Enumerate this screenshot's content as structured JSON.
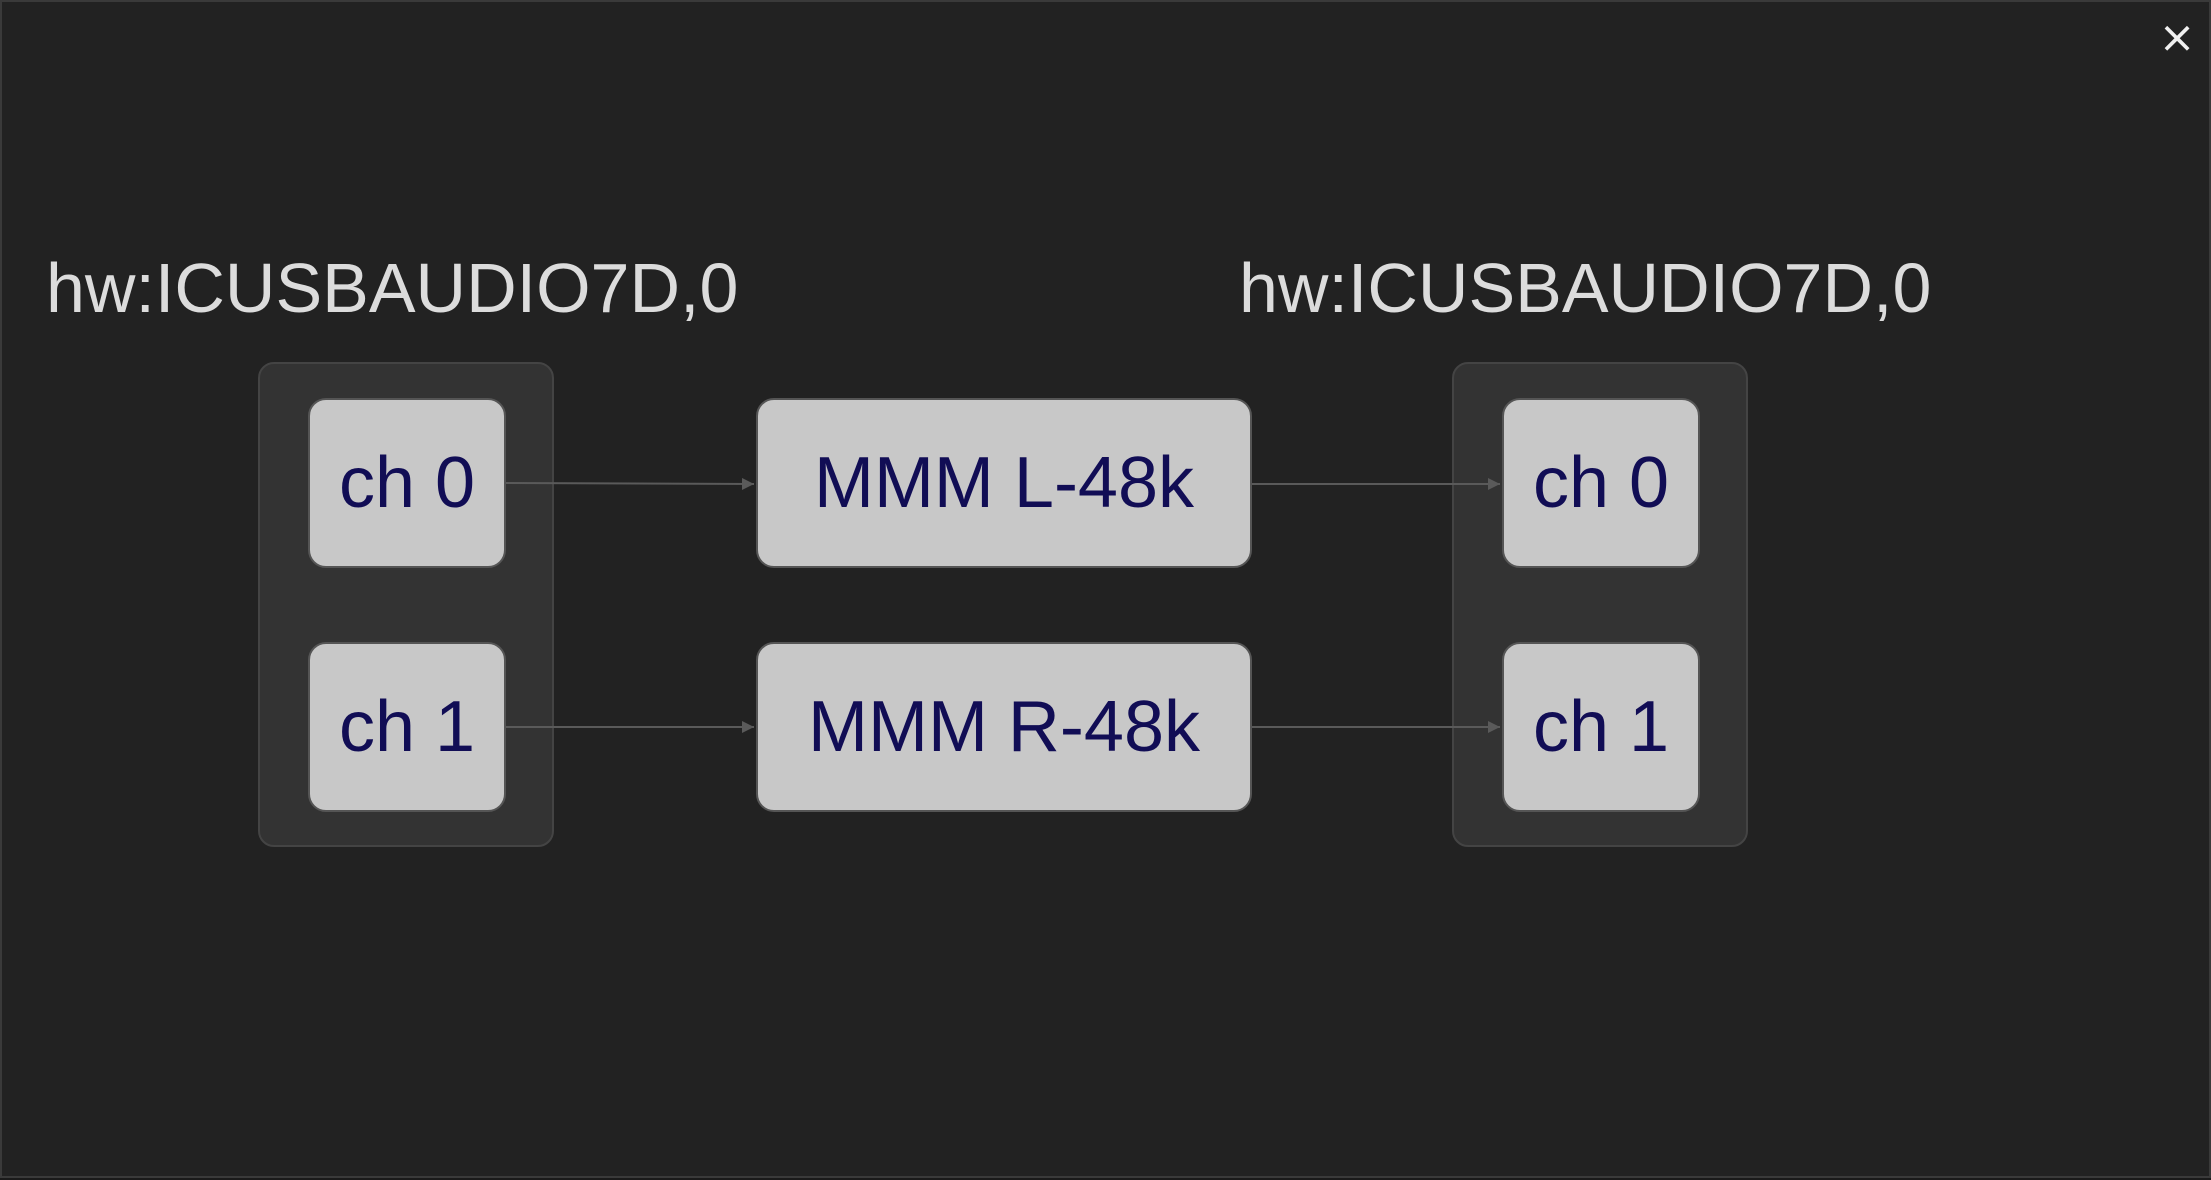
{
  "window": {
    "close_icon": "close-icon",
    "close_glyph": "×"
  },
  "input_device": {
    "title": "hw:ICUSBAUDIO7D,0",
    "channels": [
      "ch 0",
      "ch 1"
    ]
  },
  "processors": [
    "MMM L-48k",
    "MMM R-48k"
  ],
  "output_device": {
    "title": "hw:ICUSBAUDIO7D,0",
    "channels": [
      "ch 0",
      "ch 1"
    ]
  },
  "colors": {
    "background": "#222222",
    "node_fill": "#c8c8c8",
    "node_text": "#110d55",
    "group_fill": "#333333",
    "title_text": "#dcdcdc",
    "link": "#5a5a5a"
  }
}
